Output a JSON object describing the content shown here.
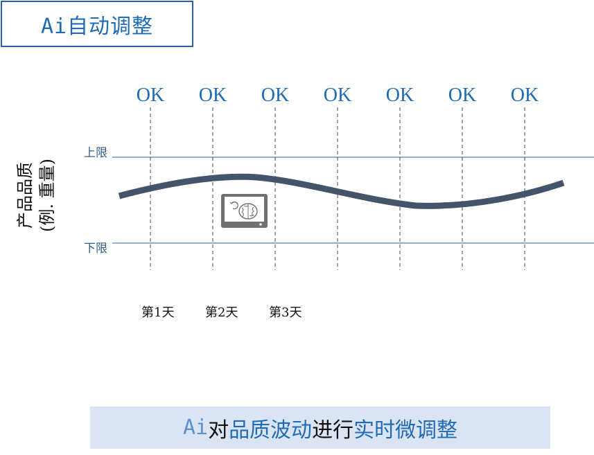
{
  "title": "Ai自动调整",
  "ok_labels": [
    "OK",
    "OK",
    "OK",
    "OK",
    "OK",
    "OK",
    "OK"
  ],
  "limits": {
    "upper": "上限",
    "lower": "下限"
  },
  "y_axis": {
    "line1": "产品品质",
    "line2": "(例. 重量)"
  },
  "days": [
    "第1天",
    "第2天",
    "第3天"
  ],
  "footer": {
    "ai": "Ai",
    "dui": "对",
    "quality_fluctuation": "品质波动",
    "jinxing": "进行",
    "realtime_fine_tune": "实时微调整"
  },
  "icon": "monitor-brain-refresh-icon",
  "colors": {
    "accent_blue": "#1f6bb5",
    "curve": "#44546a",
    "limit_line": "#2f5d8a",
    "footer_bg": "#dbe4f2",
    "title_border": "#2e5ea8"
  }
}
